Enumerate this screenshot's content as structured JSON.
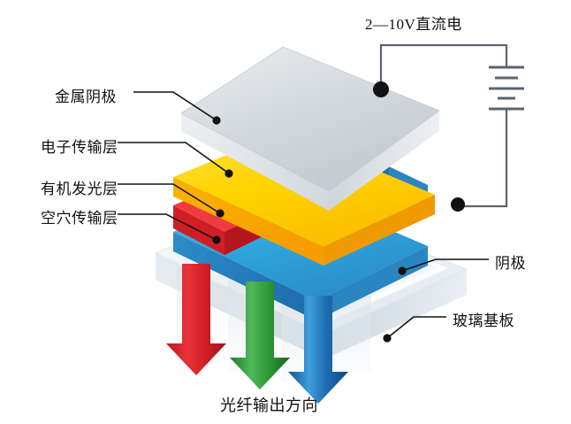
{
  "diagram": {
    "title_caption": "光纤输出方向",
    "labels": {
      "metal_cathode": "金属阴极",
      "electron_transport": "电子传输层",
      "organic_emissive": "有机发光层",
      "hole_transport": "空穴传输层",
      "voltage_source": "2—10V直流电",
      "cathode": "阴极",
      "glass_substrate": "玻璃基板"
    },
    "colors": {
      "metal_cathode_top": "#d8dcdf",
      "metal_cathode_side": "#b9bfc4",
      "electron_transport_top": "#ffd400",
      "electron_transport_side": "#f5a300",
      "emissive_red": "#e8262a",
      "emissive_green": "#36a93f",
      "emissive_blue": "#1f7fc4",
      "hole_transport_top": "#29a3db",
      "hole_transport_side": "#1f7fc4",
      "glass_top": "#eef2f5",
      "glass_side": "#c9d4dc",
      "circuit_wire": "#5a6470",
      "leader_line": "#111111",
      "arrow_red": "#d8202a",
      "arrow_green": "#33a23c",
      "arrow_blue": "#2272b8"
    },
    "layers": [
      {
        "name": "金属阴极",
        "order": 1
      },
      {
        "name": "电子传输层",
        "order": 2
      },
      {
        "name": "有机发光层",
        "order": 3
      },
      {
        "name": "空穴传输层",
        "order": 4
      },
      {
        "name": "玻璃基板",
        "order": 5
      }
    ],
    "light_arrows": [
      {
        "color_name": "red"
      },
      {
        "color_name": "green"
      },
      {
        "color_name": "blue"
      }
    ]
  }
}
